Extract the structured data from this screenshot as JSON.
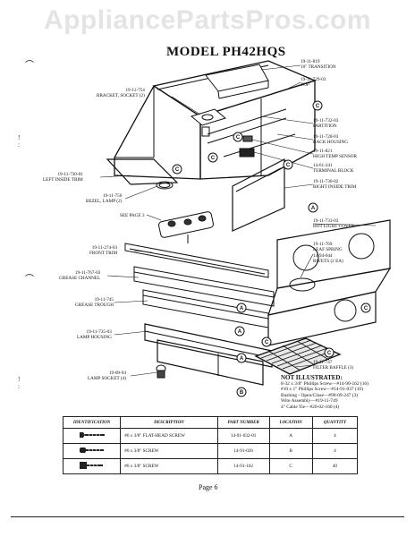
{
  "watermark": "AppliancePartsPros.com",
  "title": "MODEL PH42HQS",
  "labels": {
    "transition": [
      "19-11-819",
      "10\" TRANSITION"
    ],
    "top": [
      "19-11-729-03",
      "TOP"
    ],
    "bracket_socket": [
      "19-11-754",
      "BRACKET, SOCKET (2)"
    ],
    "partition": [
      "19-11-732-03",
      "PARTITION"
    ],
    "back_housing": [
      "19-11-728-03",
      "BACK HOUSING"
    ],
    "high_temp_sensor": [
      "19-11-821",
      "HIGH TEMP SENSOR"
    ],
    "left_inside_trim": [
      "19-11-730-01",
      "LEFT INSIDE TRIM"
    ],
    "terminal_block": [
      "14-61-241",
      "TERMINAL BLOCK"
    ],
    "right_inside_trim": [
      "19-11-730-02",
      "RIGHT INSIDE TRIM"
    ],
    "bezel_lamp": [
      "19-11-756",
      "BEZEL, LAMP (2)"
    ],
    "hot_light_cover": [
      "19-11-733-03",
      "HOT LIGHT COVER"
    ],
    "see_page": [
      "SEE PAGE 3"
    ],
    "leaf_spring": [
      "19-11-769",
      "LEAF SPRING"
    ],
    "rivets": [
      "14-94-044",
      "RIVETS (2 EA)"
    ],
    "front_trim": [
      "19-11-274-03",
      "FRONT TRIM"
    ],
    "grease_channel": [
      "19-11-767-03",
      "GREASE CHANNEL"
    ],
    "grease_trough": [
      "19-11-745",
      "GREASE TROUGH"
    ],
    "lamp_housing": [
      "19-11-735-03",
      "LAMP HOUSING"
    ],
    "filter_baffle": [
      "19-11-747",
      "FILTER BAFFLE (3)"
    ],
    "lamp_socket": [
      "19-09-94",
      "LAMP SOCKET (4)"
    ]
  },
  "callouts": [
    "A",
    "B",
    "C"
  ],
  "not_illustrated": {
    "heading": "NOT ILLUSTRATED:",
    "lines": [
      "8-32 x 3/8\" Phillips Screw—#14-90-162 (16)",
      "#10 x 1\" Phillips Screw—#14-91-037 (10)",
      "Bushing - Open/Close—#90-09-247 (3)",
      "Wire Assembly—#19-11-749",
      "4\" Cable Tie—#20-02-160 (4)"
    ]
  },
  "table": {
    "headers": [
      "IDENTIFICATION",
      "DESCRIPTION",
      "PART NUMBER",
      "LOCATION",
      "QUANTITY"
    ],
    "rows": [
      {
        "desc": "#6 x 3/8\" FLAT-HEAD SCREW",
        "part": "14-91-032-01",
        "loc": "A",
        "qty": "4"
      },
      {
        "desc": "#6 x 3/8\" SCREW",
        "part": "14-91-026",
        "loc": "B",
        "qty": "4"
      },
      {
        "desc": "#6 x 3/8\" SCREW",
        "part": "14-91-102",
        "loc": "C",
        "qty": "40"
      }
    ]
  },
  "page": "Page 6"
}
